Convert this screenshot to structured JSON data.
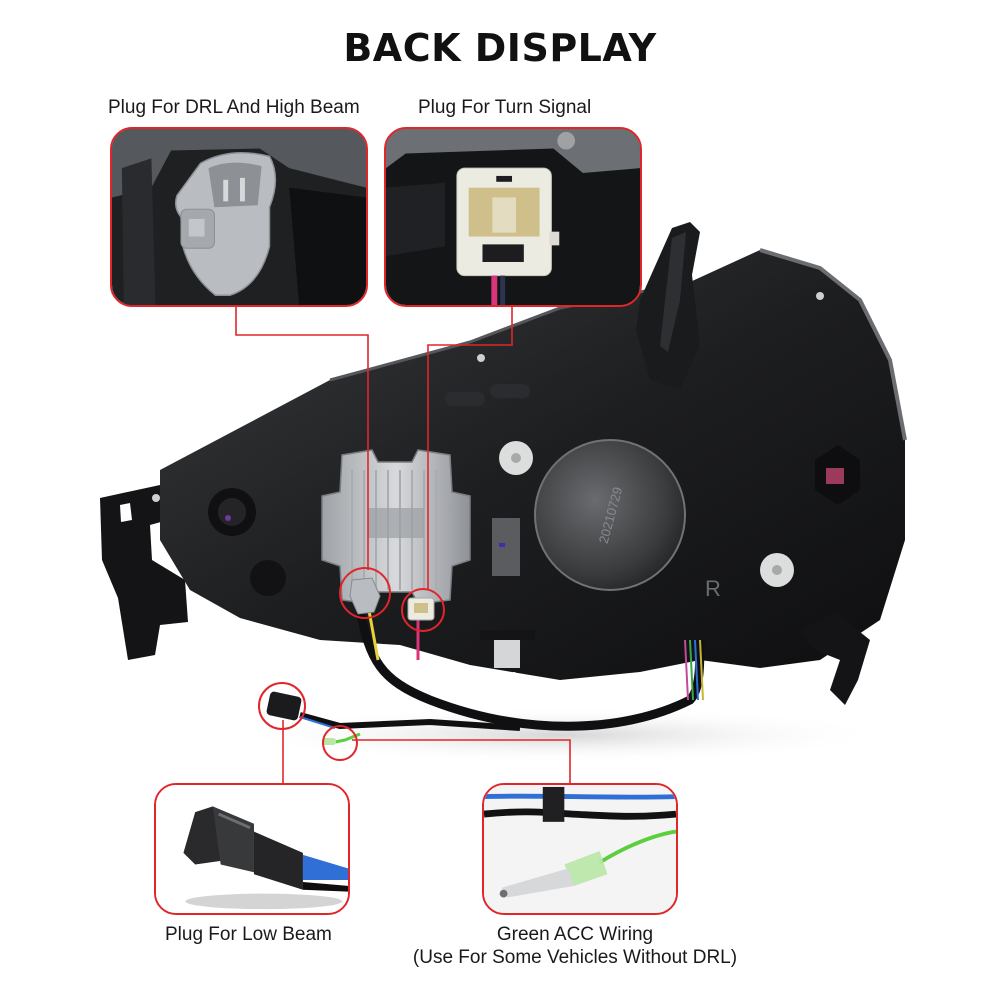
{
  "title": "BACK DISPLAY",
  "callouts": {
    "drl_high_beam": {
      "label": "Plug For DRL And High Beam"
    },
    "turn_signal": {
      "label": "Plug For Turn Signal"
    },
    "low_beam": {
      "label": "Plug For Low Beam"
    },
    "green_acc": {
      "label_line1": "Green ACC Wiring",
      "label_line2": "(Use For Some Vehicles Without DRL)"
    }
  },
  "product_markings": {
    "date_stamp": "20210729",
    "side_marker": "R"
  },
  "colors": {
    "callout_red": "#e0262b",
    "housing_black": "#1c1c1e",
    "connector_gray": "#b9bcc0",
    "connector_white": "#ecebe2",
    "wire_green": "#5ccf3f",
    "wire_blue": "#2f6fd6",
    "wire_pink": "#d8357a",
    "wire_yellow": "#e6d23a"
  }
}
